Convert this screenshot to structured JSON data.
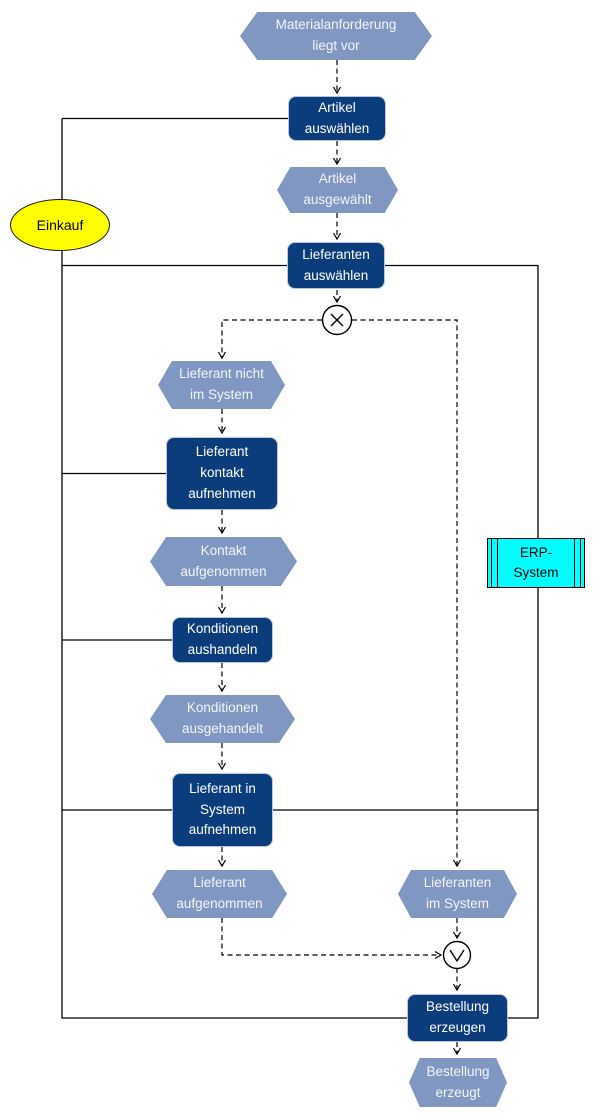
{
  "diagram": {
    "type": "EPC process chain",
    "colors": {
      "event_fill": "#8097c1",
      "function_fill": "#0b3d7c",
      "org_unit_fill": "#ffff00",
      "system_fill": "#00ffff",
      "line_color": "#000000",
      "event_text": "#f2f5fa",
      "function_text": "#ffffff"
    },
    "nodes": {
      "material": {
        "type": "event",
        "label": "Materialanforderung\nliegt vor"
      },
      "artikel_auswaehlen": {
        "type": "function",
        "label": "Artikel\nauswählen"
      },
      "artikel_ausgewaehlt": {
        "type": "event",
        "label": "Artikel\nausgewählt"
      },
      "lieferanten_auswaehlen": {
        "type": "function",
        "label": "Lieferanten\nauswählen"
      },
      "lieferant_nicht_im_system": {
        "type": "event",
        "label": "Lieferant nicht\nim System"
      },
      "lieferant_kontakt_aufnehmen": {
        "type": "function",
        "label": "Lieferant\nkontakt\naufnehmen"
      },
      "kontakt_aufgenommen": {
        "type": "event",
        "label": "Kontakt\naufgenommen"
      },
      "konditionen_aushandeln": {
        "type": "function",
        "label": "Konditionen\naushandeln"
      },
      "konditionen_ausgehandelt": {
        "type": "event",
        "label": "Konditionen\nausgehandelt"
      },
      "lieferant_in_system_aufnehmen": {
        "type": "function",
        "label": "Lieferant in\nSystem\naufnehmen"
      },
      "lieferant_aufgenommen": {
        "type": "event",
        "label": "Lieferant\naufgenommen"
      },
      "lieferanten_im_system": {
        "type": "event",
        "label": "Lieferanten\nim System"
      },
      "bestellung_erzeugen": {
        "type": "function",
        "label": "Bestellung\nerzeugen"
      },
      "bestellung_erzeugt": {
        "type": "event",
        "label": "Bestellung\nerzeugt"
      },
      "einkauf": {
        "type": "organizational-unit",
        "label": "Einkauf"
      },
      "erp_system": {
        "type": "application-system",
        "label": "ERP-\nSystem"
      }
    },
    "connectors": {
      "xor": {
        "type": "XOR",
        "symbol": "×"
      },
      "or": {
        "type": "OR",
        "symbol": "∨"
      }
    }
  }
}
